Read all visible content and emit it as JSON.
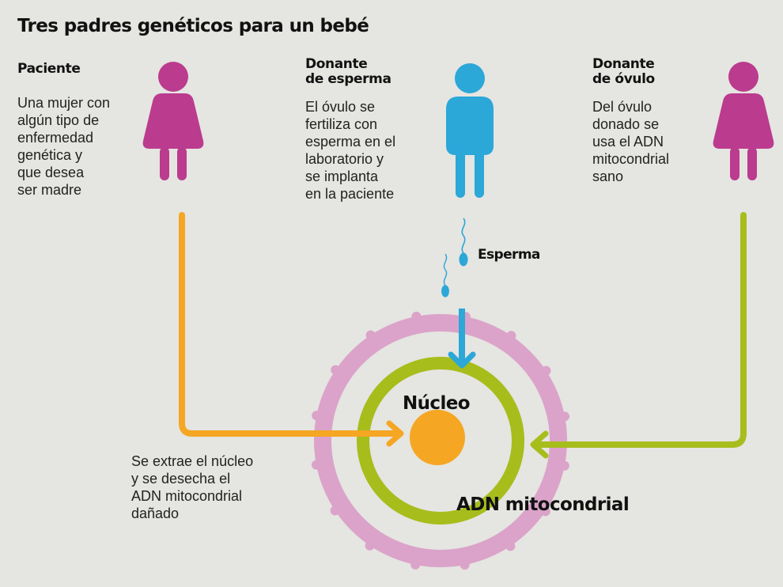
{
  "title": "Tres padres genéticos para un bebé",
  "columns": {
    "paciente": {
      "heading": [
        "Paciente"
      ],
      "text": "Una mujer con\nalgún tipo de\nenfermedad\ngenética y\nque desea\nser madre"
    },
    "donante_esperma": {
      "heading": [
        "Donante",
        "de esperma"
      ],
      "text": "El óvulo se\nfertiliza con\nesperma en el\nlaboratorio y\nse implanta\nen la paciente"
    },
    "donante_ovulo": {
      "heading": [
        "Donante",
        "de óvulo"
      ],
      "text": "Del óvulo\ndonado se\nusa el ADN\nmitocondrial\nsano"
    }
  },
  "labels": {
    "esperma": "Esperma",
    "nucleo": "Núcleo",
    "adn_mitocondrial": "ADN mitocondrial",
    "extraction_note": "Se extrae el núcleo\ny se desecha el\nADN mitocondrial\ndañado"
  },
  "colors": {
    "background": "#e5e5e1",
    "female_figure": "#bb3b8e",
    "male_figure": "#2ba7d8",
    "nucleus_arrow": "#f5a623",
    "mito_arrow": "#a7bd1c",
    "sperm_arrow": "#2ba7d8",
    "cell_membrane": "#dba3c9",
    "mito_ring": "#a7bd1c",
    "nucleus": "#f5a623"
  }
}
